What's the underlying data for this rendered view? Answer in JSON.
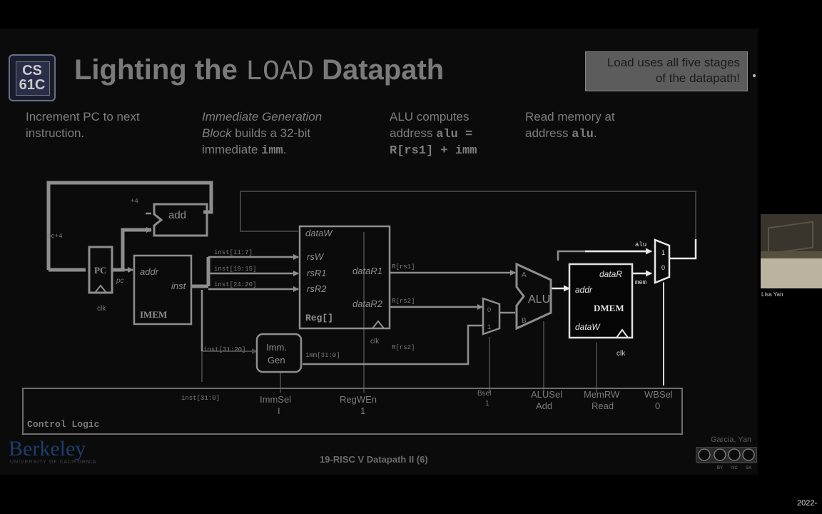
{
  "slide": {
    "logo_line1": "CS",
    "logo_line2": "61C",
    "title_pre": "Lighting the ",
    "title_mono": "LOAD",
    "title_post": " Datapath",
    "callout_line1": "Load uses all five stages",
    "callout_line2": "of the datapath!",
    "desc": {
      "d1": {
        "line1": "Increment PC to next",
        "line2": "instruction."
      },
      "d2": {
        "line1_italic": "Immediate Generation",
        "line2_italic": "Block",
        "line2_rest": " builds a 32-bit",
        "line3": "immediate ",
        "line3_mono": "imm",
        "line3_end": "."
      },
      "d3": {
        "line1": "ALU computes",
        "line2": "address ",
        "line2_mono": "alu =",
        "line3_mono": "R[rs1] + imm"
      },
      "d4": {
        "line1": "Read memory at",
        "line2": "address ",
        "line2_mono": "alu",
        "line2_end": "."
      }
    },
    "footer_title": "19-RISC V Datapath II (6)",
    "footer_authors": "Garcia, Yan",
    "org_name": "Berkeley",
    "org_sub": "UNIVERSITY OF CALIFORNIA",
    "license": [
      "BY",
      "NC",
      "SA"
    ]
  },
  "diagram": {
    "plus4": "+4",
    "add": "add",
    "pc4": "pc+4",
    "pc": "PC",
    "pc_out": "pc",
    "clk": "clk",
    "addr": "addr",
    "inst": "inst",
    "imem": "IMEM",
    "inst_11_7": "inst[11:7]",
    "inst_19_15": "inst[19:15]",
    "inst_24_20": "inst[24:20]",
    "inst_31_20": "inst[31:20]",
    "inst_31_0": "inst[31:0]",
    "dataW": "dataW",
    "rsW": "rsW",
    "rsR1": "rsR1",
    "rsR2": "rsR2",
    "dataR1": "dataR1",
    "dataR2": "dataR2",
    "reg": "Reg[]",
    "r_rs1": "R[rs1]",
    "r_rs2": "R[rs2]",
    "r_rs2_b": "R[rs2]",
    "imm_gen_1": "Imm.",
    "imm_gen_2": "Gen",
    "imm_out": "imm[31:0]",
    "mux0": "0",
    "mux1": "1",
    "alu_a": "A",
    "alu_b": "B",
    "alu": "ALU",
    "dataR": "dataR",
    "dmem": "DMEM",
    "alu_label": "alu",
    "mem_label": "mem",
    "wb1": "1",
    "wb0": "0",
    "control_logic": "Control Logic",
    "signals": [
      {
        "name": "ImmSel",
        "value": "I"
      },
      {
        "name": "RegWEn",
        "value": "1"
      },
      {
        "name": "Bsel",
        "value": "1"
      },
      {
        "name": "ALUSel",
        "value": "Add"
      },
      {
        "name": "MemRW",
        "value": "Read"
      },
      {
        "name": "WBSel",
        "value": "0"
      }
    ]
  },
  "webcam": {
    "name": "Lisa Yan"
  },
  "timestamp": "2022-"
}
